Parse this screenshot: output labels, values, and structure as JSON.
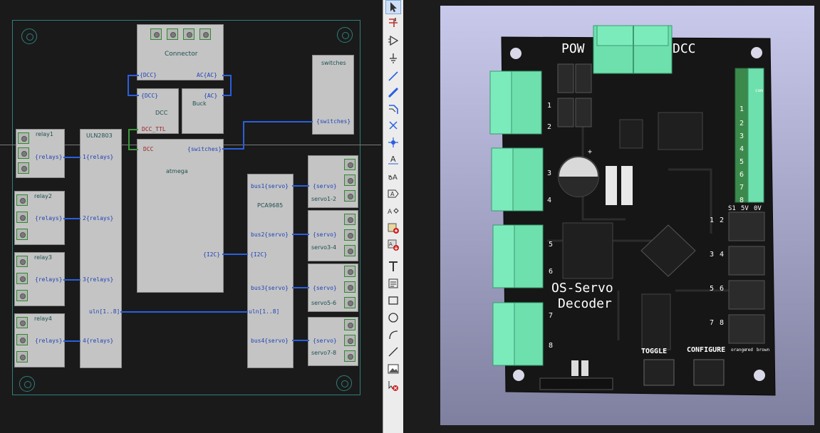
{
  "schematic": {
    "connector_block": {
      "title": "Connector",
      "pin_dcc": "{DCC}",
      "pin_ac": "AC{AC}"
    },
    "dcc_block": {
      "title": "DCC",
      "pin_dcc": "{DCC}",
      "pin_dcc_ttl": "DCC_TTL"
    },
    "buck_block": {
      "title": "Buck",
      "pin_ac": "{AC}"
    },
    "switches_block": {
      "title": "switches",
      "pin": "{switches}"
    },
    "atmega_block": {
      "title": "atmega",
      "pin_dcc": "DCC",
      "pin_switches": "{switches}",
      "pin_i2c": "{I2C}"
    },
    "uln_block": {
      "title": "ULN2803",
      "pins": [
        "1{relays}",
        "2{relays}",
        "3{relays}",
        "4{relays}"
      ],
      "bus_pin": "uln[1..8]"
    },
    "relays": [
      {
        "title": "relay1",
        "pin": "{relays}"
      },
      {
        "title": "relay2",
        "pin": "{relays}"
      },
      {
        "title": "relay3",
        "pin": "{relays}"
      },
      {
        "title": "relay4",
        "pin": "{relays}"
      }
    ],
    "pca_block": {
      "title": "PCA9685",
      "pins": [
        "bus1{servo}",
        "bus2{servo}",
        "bus3{servo}",
        "bus4{servo}"
      ],
      "pin_i2c": "{I2C}",
      "bus_pin": "uln[1..8]"
    },
    "servos": [
      {
        "title": "servo1-2",
        "pin": "{servo}"
      },
      {
        "title": "servo3-4",
        "pin": "{servo}"
      },
      {
        "title": "servo5-6",
        "pin": "{servo}"
      },
      {
        "title": "servo7-8",
        "pin": "{servo}"
      }
    ]
  },
  "toolbar": {
    "tools": [
      "select-icon",
      "highlight-net-icon",
      "add-symbol-icon",
      "add-power-icon",
      "draw-wire-icon",
      "draw-bus-icon",
      "bus-entry-icon",
      "no-connect-icon",
      "junction-icon",
      "net-label-icon",
      "global-label-icon",
      "hier-label-icon",
      "hier-pin-icon",
      "add-sheet-icon",
      "import-sheet-pin-icon",
      "text-icon",
      "textbox-icon",
      "rectangle-icon",
      "circle-icon",
      "arc-icon",
      "line-icon",
      "image-icon",
      "delete-icon"
    ]
  },
  "pcb": {
    "title_line1": "OS-Servo",
    "title_line2": "Decoder",
    "label_pow": "POW",
    "label_dcc": "DCC",
    "label_toggle": "TOGGLE",
    "label_configure": "CONFIGURE",
    "right_numbers": [
      "1",
      "2",
      "3",
      "4",
      "5",
      "6",
      "7",
      "8"
    ],
    "left_numbers": [
      "1",
      "2",
      "3",
      "4",
      "5",
      "6",
      "7",
      "8"
    ],
    "header_numbers": [
      "1",
      "2",
      "3",
      "4",
      "5",
      "6",
      "7",
      "8"
    ],
    "header_labels": [
      "S1",
      "5V",
      "0V"
    ],
    "wire_labels": [
      "orange",
      "red",
      "brown"
    ],
    "com_label": "com",
    "cap_plus": "+"
  },
  "colors": {
    "wire": "#2a5fe0",
    "block": "#c4c4c4",
    "pcb": "#161616",
    "terminal": "#6ee0ad",
    "viewport_top": "#c9c9ec",
    "viewport_bottom": "#7f7fa0"
  }
}
